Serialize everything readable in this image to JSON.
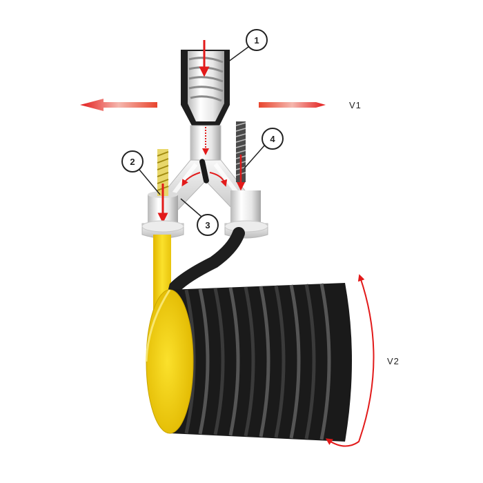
{
  "callouts": [
    "1",
    "2",
    "3",
    "4"
  ],
  "labels": {
    "v1": "V1",
    "v2": "V2"
  },
  "colors": {
    "black_material": "#1e1e1e",
    "yellow_material": "#f4d21e",
    "arrow_red": "#e21a1a",
    "metal_light": "#f2f2f2",
    "metal_dark": "#a7a7a7",
    "outline": "#222222"
  }
}
